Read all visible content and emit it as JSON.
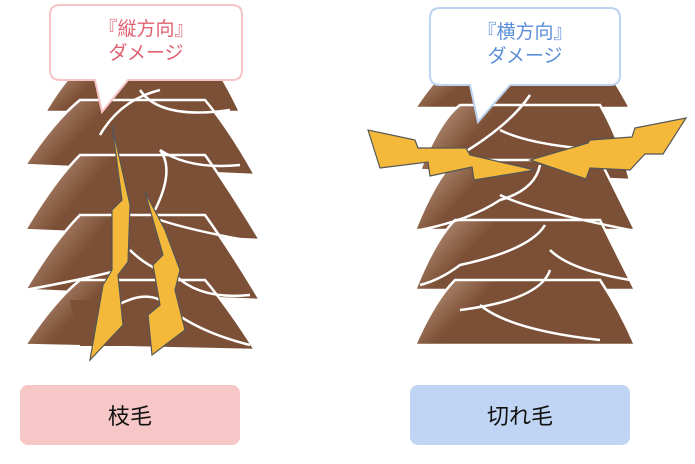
{
  "left": {
    "bubble": {
      "line1": "『縦方向』",
      "line2": "ダメージ",
      "text_color": "#e06070",
      "border_color": "#f6c4c6"
    },
    "label": {
      "text": "枝毛",
      "bg": "#f7c6c6"
    },
    "damage_direction": "vertical"
  },
  "right": {
    "bubble": {
      "line1": "『横方向』",
      "line2": "ダメージ",
      "text_color": "#5b8fd8",
      "border_color": "#bcd3f2"
    },
    "label": {
      "text": "切れ毛",
      "bg": "#c0d4f3"
    },
    "damage_direction": "horizontal"
  },
  "colors": {
    "hair": "#7c5036",
    "hair_light": "#c9a58f",
    "bolt": "#f4b93a",
    "bolt_stroke": "#555555"
  }
}
